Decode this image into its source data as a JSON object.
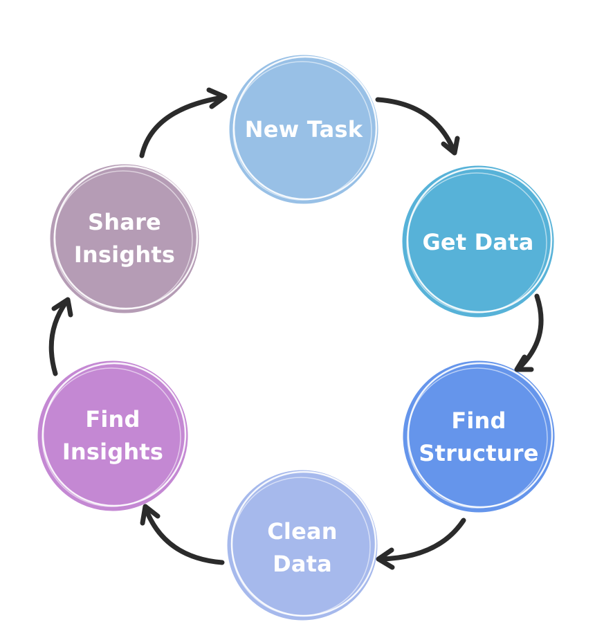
{
  "diagram": {
    "type": "cycle",
    "steps": [
      {
        "id": "new-task",
        "label": "New Task",
        "color": "#98c0e6"
      },
      {
        "id": "get-data",
        "label": "Get Data",
        "color": "#57b2d8"
      },
      {
        "id": "find-structure",
        "label": "Find\nStructure",
        "color": "#6595eb"
      },
      {
        "id": "clean-data",
        "label": "Clean\nData",
        "color": "#a6b9ec"
      },
      {
        "id": "find-insights",
        "label": "Find\nInsights",
        "color": "#c488d3"
      },
      {
        "id": "share-insights",
        "label": "Share\nInsights",
        "color": "#b59cb5"
      }
    ],
    "arrow_color": "#2b2b2b",
    "connections": [
      {
        "from": "new-task",
        "to": "get-data"
      },
      {
        "from": "get-data",
        "to": "find-structure"
      },
      {
        "from": "find-structure",
        "to": "clean-data"
      },
      {
        "from": "clean-data",
        "to": "find-insights"
      },
      {
        "from": "find-insights",
        "to": "share-insights"
      },
      {
        "from": "share-insights",
        "to": "new-task"
      }
    ]
  }
}
